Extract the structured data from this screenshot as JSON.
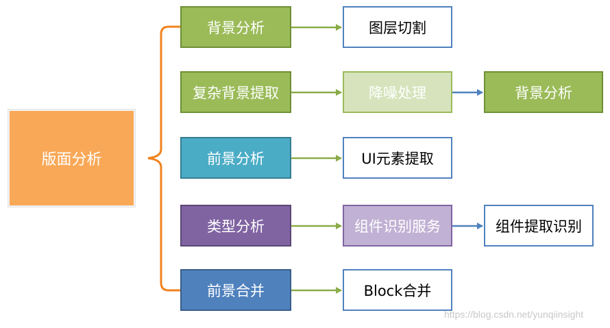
{
  "root": {
    "label": "版面分析"
  },
  "branches": [
    {
      "label": "背景分析",
      "next": "图层切割"
    },
    {
      "label": "复杂背景提取",
      "next": "降噪处理",
      "next2": "背景分析"
    },
    {
      "label": "前景分析",
      "next": "UI元素提取"
    },
    {
      "label": "类型分析",
      "next": "组件识别服务",
      "next2": "组件提取识别"
    },
    {
      "label": "前景合并",
      "next": "Block合并"
    }
  ],
  "watermark": "https://blog.csdn.net/yunqiinsight",
  "colors": {
    "root": "#f9a857",
    "green": "#9bbb59",
    "light_green": "#d6e3bc",
    "cyan": "#4bacc6",
    "purple": "#8064a2",
    "light_purple": "#c1b1d4",
    "blue": "#4f81bd",
    "bracket": "#f0821e",
    "arrow_green": "#8aac48",
    "arrow_blue": "#4f81bd"
  }
}
